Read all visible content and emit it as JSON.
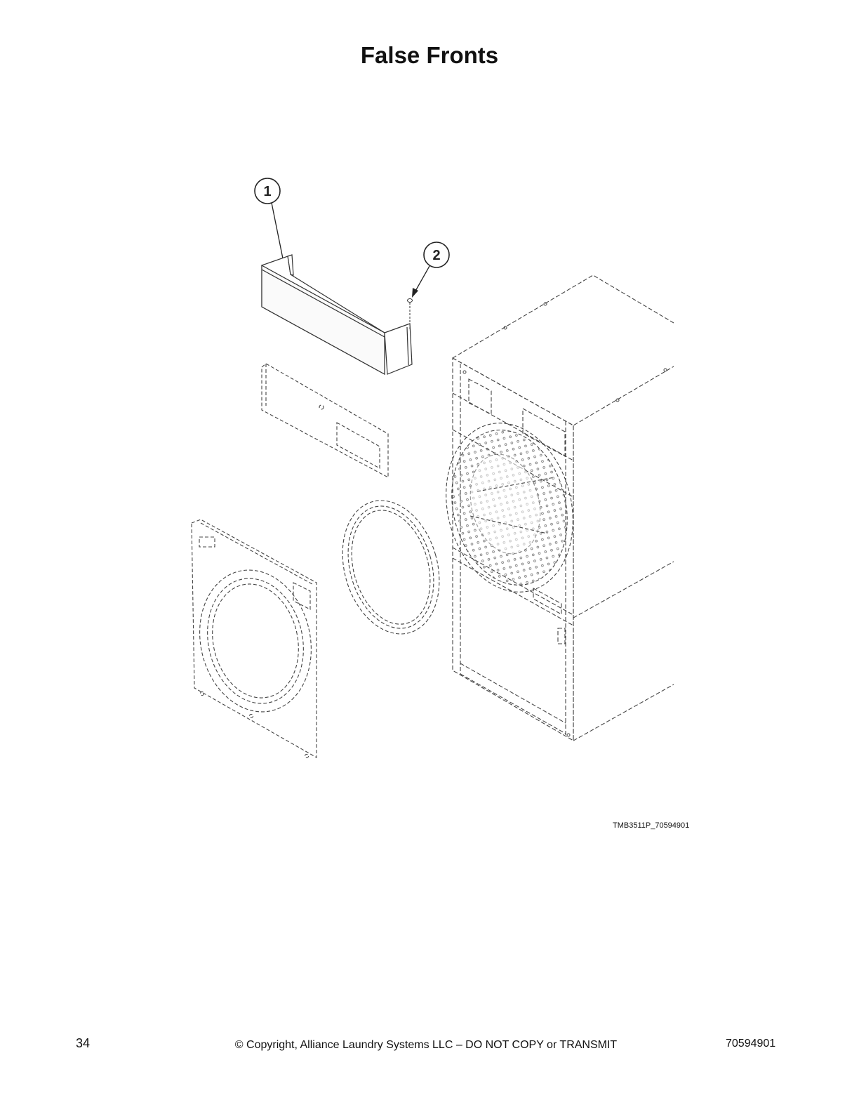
{
  "page": {
    "title": "False Fronts",
    "figure_id": "TMB3511P_70594901",
    "page_number": "34",
    "copyright": "© Copyright, Alliance Laundry Systems LLC – DO NOT COPY or TRANSMIT",
    "doc_number": "70594901"
  },
  "callouts": [
    {
      "label": "1",
      "part": "false-front-panel"
    },
    {
      "label": "2",
      "part": "screw"
    }
  ]
}
